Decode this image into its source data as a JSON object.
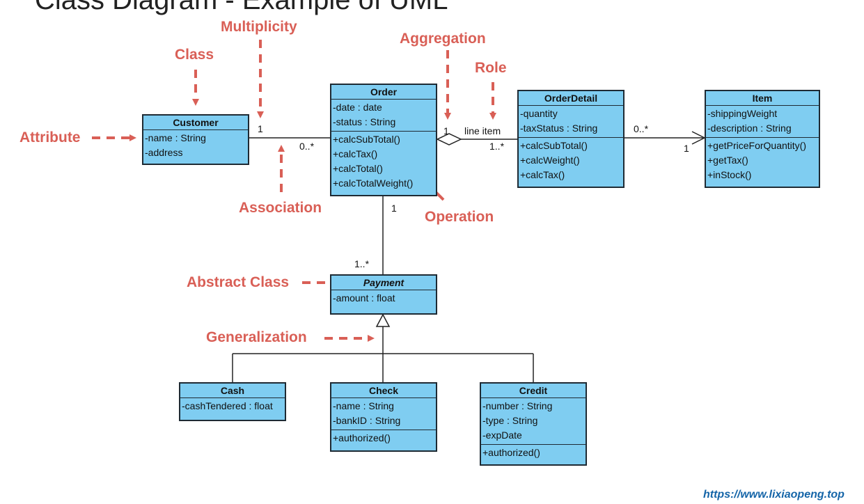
{
  "title": "Class Diagram - Example of UML",
  "watermark": "https://www.lixiaopeng.top",
  "colors": {
    "class_fill": "#7fcdf1",
    "class_border": "#1e2a33",
    "annotation": "#d95f56",
    "link": "#1565a8"
  },
  "classes": {
    "customer": {
      "name": "Customer",
      "attributes": [
        "-name : String",
        "-address"
      ]
    },
    "order": {
      "name": "Order",
      "attributes": [
        "-date : date",
        "-status : String"
      ],
      "operations": [
        "+calcSubTotal()",
        "+calcTax()",
        "+calcTotal()",
        "+calcTotalWeight()"
      ]
    },
    "orderdetail": {
      "name": "OrderDetail",
      "attributes": [
        "-quantity",
        "-taxStatus : String"
      ],
      "operations": [
        "+calcSubTotal()",
        "+calcWeight()",
        "+calcTax()"
      ]
    },
    "item": {
      "name": "Item",
      "attributes": [
        "-shippingWeight",
        "-description : String"
      ],
      "operations": [
        "+getPriceForQuantity()",
        "+getTax()",
        "+inStock()"
      ]
    },
    "payment": {
      "name": "Payment",
      "attributes": [
        "-amount : float"
      ]
    },
    "cash": {
      "name": "Cash",
      "attributes": [
        "-cashTendered : float"
      ]
    },
    "check": {
      "name": "Check",
      "attributes": [
        "-name : String",
        "-bankID : String"
      ],
      "operations": [
        "+authorized()"
      ]
    },
    "credit": {
      "name": "Credit",
      "attributes": [
        "-number : String",
        "-type : String",
        "-expDate"
      ],
      "operations": [
        "+authorized()"
      ]
    }
  },
  "relations": {
    "customer_order": {
      "customer_end": "1",
      "order_end": "0..*"
    },
    "order_orderdetail": {
      "order_end": "1",
      "role": "line item",
      "detail_end": "1..*"
    },
    "orderdetail_item": {
      "detail_end": "0..*",
      "item_end": "1"
    },
    "order_payment": {
      "order_end": "1",
      "payment_end": "1..*"
    }
  },
  "annotations": {
    "class": "Class",
    "multiplicity": "Multiplicity",
    "attribute": "Attribute",
    "association": "Association",
    "aggregation": "Aggregation",
    "role": "Role",
    "operation": "Operation",
    "abstract_class": "Abstract Class",
    "generalization": "Generalization"
  }
}
